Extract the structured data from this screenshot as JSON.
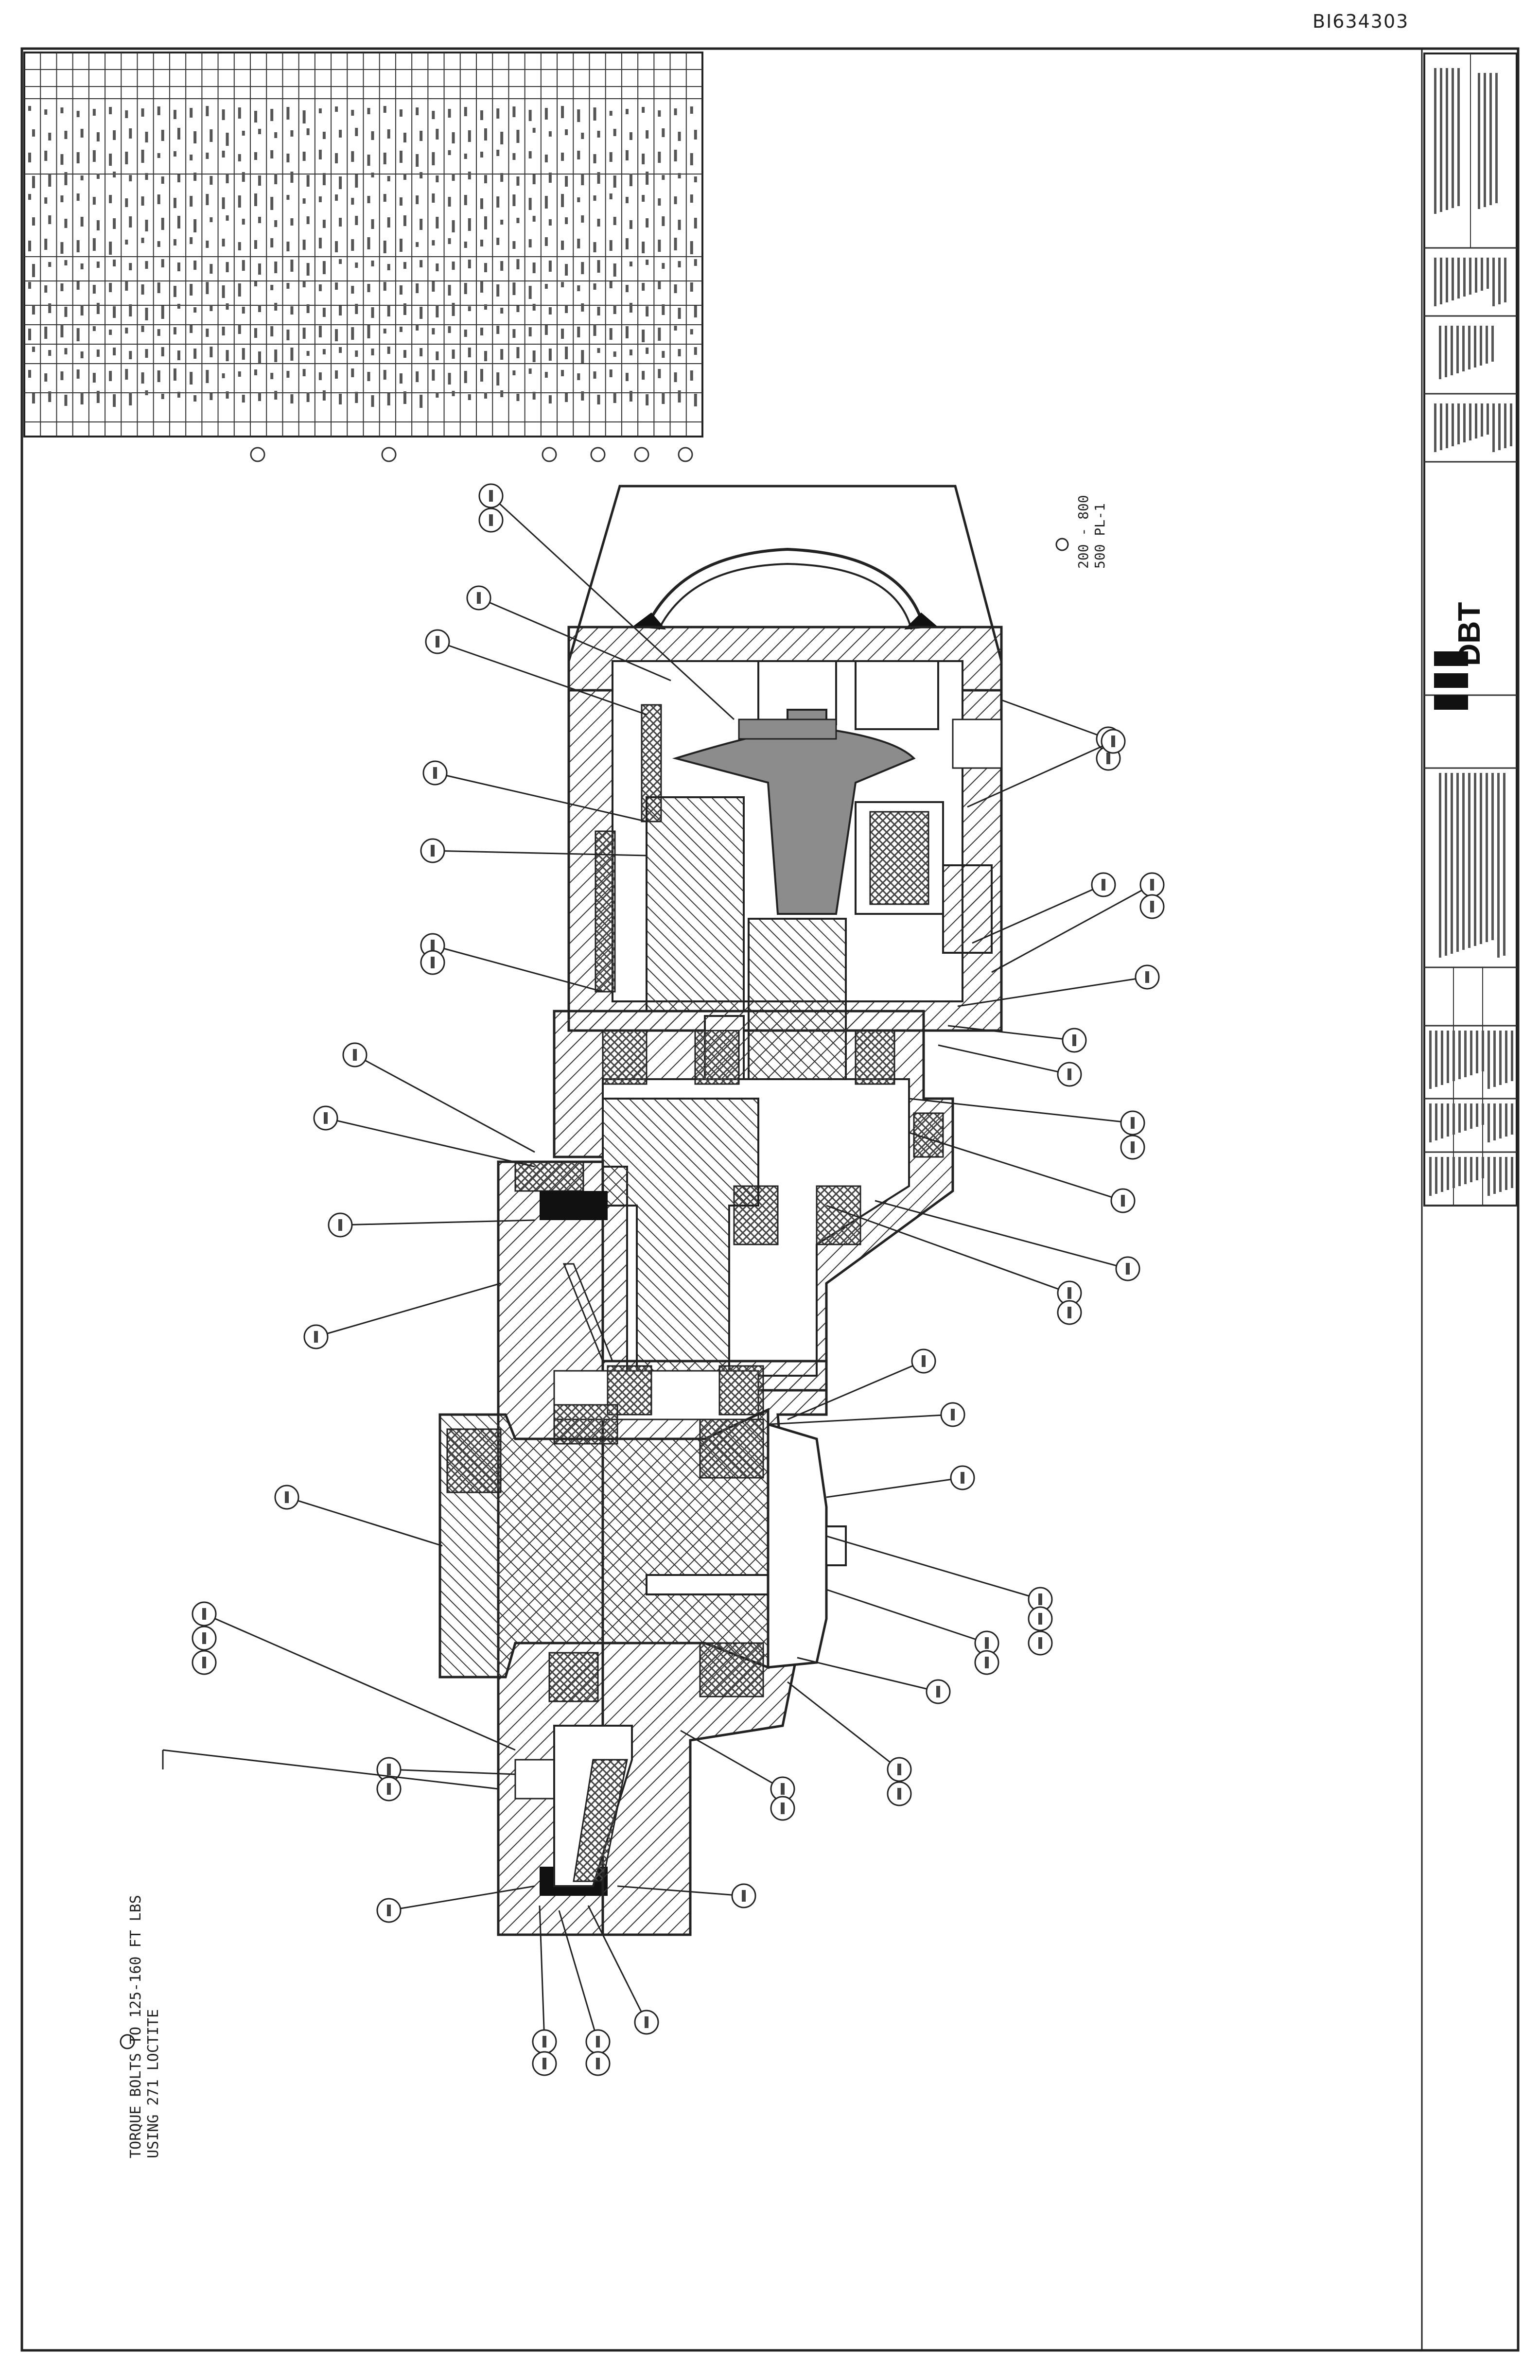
{
  "document": {
    "drawing_number": "BI634303",
    "brand": "DBT",
    "torque_note_top": [
      "200 - 800",
      "500 PL-1"
    ],
    "torque_note_bottom": [
      "TORQUE BOLTS TO 125-160 FT LBS",
      "USING 271 LOCTITE"
    ]
  },
  "colors": {
    "line": "#1a1a1a",
    "hatch": "#333333",
    "shaft_fill": "#8c8c8c",
    "paper": "#ffffff"
  }
}
